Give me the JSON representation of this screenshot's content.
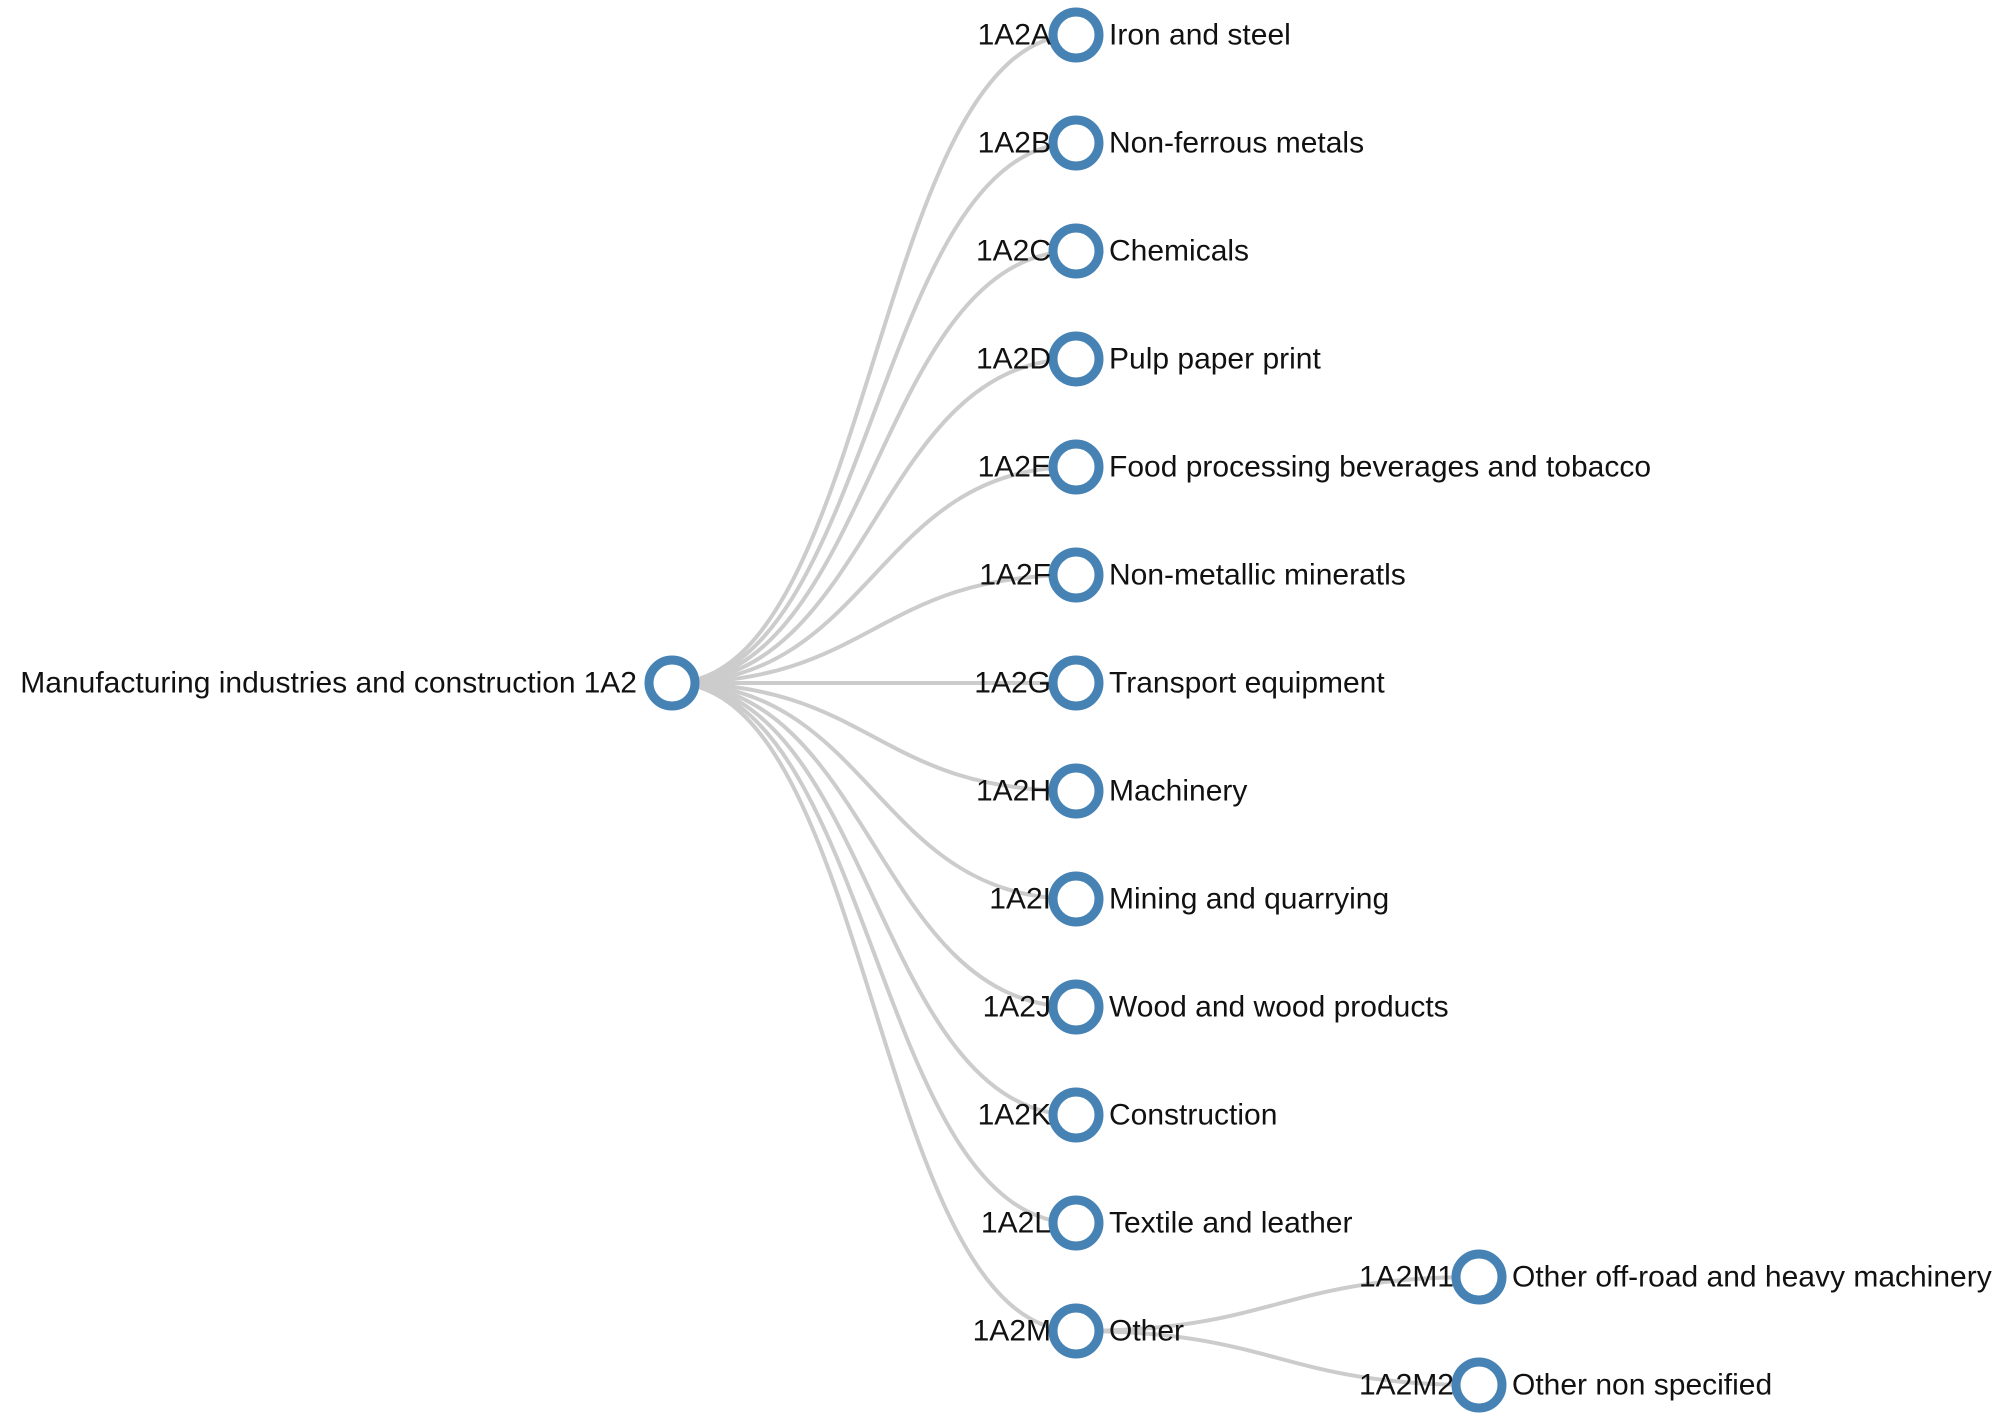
{
  "colors": {
    "node_stroke": "#4682b4",
    "node_fill": "#ffffff",
    "link": "#cccccc",
    "text": "#111111"
  },
  "tree": {
    "root": {
      "id": "n-1A2",
      "code": "1A2",
      "name": "Manufacturing industries and construction"
    },
    "nodes": [
      {
        "id": "n-1A2A",
        "code": "1A2A",
        "name": "Iron and steel",
        "parent": "n-1A2"
      },
      {
        "id": "n-1A2B",
        "code": "1A2B",
        "name": "Non-ferrous metals",
        "parent": "n-1A2"
      },
      {
        "id": "n-1A2C",
        "code": "1A2C",
        "name": "Chemicals",
        "parent": "n-1A2"
      },
      {
        "id": "n-1A2D",
        "code": "1A2D",
        "name": "Pulp paper print",
        "parent": "n-1A2"
      },
      {
        "id": "n-1A2E",
        "code": "1A2E",
        "name": "Food processing beverages and tobacco",
        "parent": "n-1A2"
      },
      {
        "id": "n-1A2F",
        "code": "1A2F",
        "name": "Non-metallic mineratls",
        "parent": "n-1A2"
      },
      {
        "id": "n-1A2G",
        "code": "1A2G",
        "name": "Transport equipment",
        "parent": "n-1A2"
      },
      {
        "id": "n-1A2H",
        "code": "1A2H",
        "name": "Machinery",
        "parent": "n-1A2"
      },
      {
        "id": "n-1A2I",
        "code": "1A2I",
        "name": "Mining and quarrying",
        "parent": "n-1A2"
      },
      {
        "id": "n-1A2J",
        "code": "1A2J",
        "name": "Wood and wood products",
        "parent": "n-1A2"
      },
      {
        "id": "n-1A2K",
        "code": "1A2K",
        "name": "Construction",
        "parent": "n-1A2"
      },
      {
        "id": "n-1A2L",
        "code": "1A2L",
        "name": "Textile and leather",
        "parent": "n-1A2"
      },
      {
        "id": "n-1A2M",
        "code": "1A2M",
        "name": "Other",
        "parent": "n-1A2"
      },
      {
        "id": "n-1A2M1",
        "code": "1A2M1",
        "name": "Other off-road and heavy machinery",
        "parent": "n-1A2M"
      },
      {
        "id": "n-1A2M2",
        "code": "1A2M2",
        "name": "Other non specified",
        "parent": "n-1A2M"
      }
    ]
  }
}
